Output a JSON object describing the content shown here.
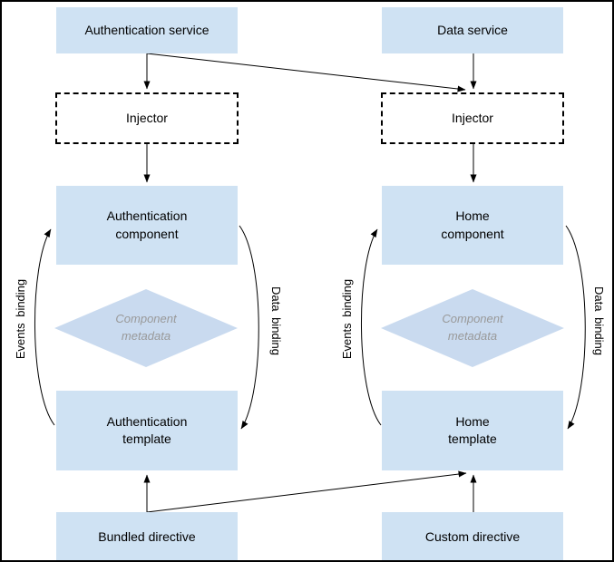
{
  "diagram": {
    "nodes": {
      "auth_service": {
        "label": "Authentication service"
      },
      "data_service": {
        "label": "Data service"
      },
      "injector_left": {
        "label": "Injector"
      },
      "injector_right": {
        "label": "Injector"
      },
      "auth_component": {
        "label": "Authentication\ncomponent"
      },
      "home_component": {
        "label": "Home\ncomponent"
      },
      "metadata_left": {
        "label": "Component\nmetadata"
      },
      "metadata_right": {
        "label": "Component\nmetadata"
      },
      "auth_template": {
        "label": "Authentication\ntemplate"
      },
      "home_template": {
        "label": "Home\ntemplate"
      },
      "bundled_directive": {
        "label": "Bundled directive"
      },
      "custom_directive": {
        "label": "Custom directive"
      }
    },
    "edge_labels": {
      "events_left": {
        "label": "Events binding"
      },
      "data_left": {
        "label": "Data binding"
      },
      "events_right": {
        "label": "Events binding"
      },
      "data_right": {
        "label": "Data binding"
      }
    },
    "colors": {
      "node_fill": "#cfe2f3",
      "diamond_fill": "#c9daef",
      "line": "#000000",
      "metadata_text": "#999999",
      "text": "#000000",
      "background": "#ffffff",
      "border": "#000000"
    }
  }
}
